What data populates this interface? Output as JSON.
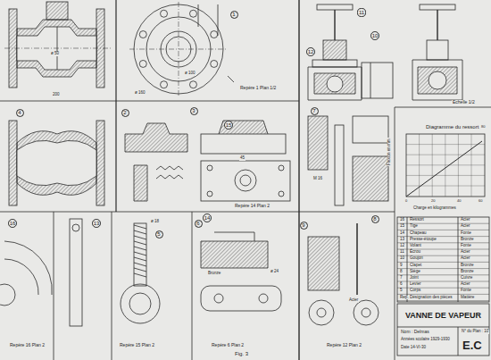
{
  "diagram": {
    "caption": "Fig. 3",
    "nodes": [
      {
        "text": [
          "VANNE DE VAPEUR"
        ]
      },
      {
        "text": [
          "1"
        ]
      },
      {
        "text": [
          "2"
        ]
      },
      {
        "text": [
          "3"
        ]
      },
      {
        "text": [
          "4"
        ]
      },
      {
        "text": [
          "5"
        ]
      },
      {
        "text": [
          "6"
        ]
      },
      {
        "text": [
          "7"
        ]
      },
      {
        "text": [
          "8"
        ]
      },
      {
        "text": [
          "9"
        ]
      },
      {
        "text": [
          "10"
        ]
      },
      {
        "text": [
          "11"
        ]
      },
      {
        "text": [
          "12"
        ]
      },
      {
        "text": [
          "13"
        ]
      },
      {
        "text": [
          "14"
        ]
      },
      {
        "text": [
          "15"
        ]
      },
      {
        "text": [
          "16"
        ]
      }
    ],
    "labels": [
      "Repère 1 Plan 1/2",
      "Echelle 1/2",
      "Diagramme du ressort",
      "Flexion en mm",
      "Charge en kilogrammes",
      "0",
      "20",
      "40",
      "60",
      "80",
      "Repère 14 Plan 2",
      "Repère 16 Plan 2",
      "Repère 15 Plan 2",
      "Repère 6 Plan 2",
      "Repère 12 Plan 2",
      "ø 160",
      "ø 100",
      "ø 50",
      "200",
      "ø 18",
      "ø 24",
      "M 16",
      "45",
      "Bronze",
      "Acier",
      "16",
      "Ressort",
      "Acier",
      "15",
      "Tige",
      "Acier",
      "14",
      "Chapeau",
      "Fonte",
      "13",
      "Presse-étoupe",
      "Bronze",
      "12",
      "Volant",
      "Fonte",
      "11",
      "Écrou",
      "Acier",
      "10",
      "Goujon",
      "Acier",
      "9",
      "Clapet",
      "Bronze",
      "8",
      "Siège",
      "Bronze",
      "7",
      "Joint",
      "Cuivre",
      "6",
      "Levier",
      "Acier",
      "5",
      "Corps",
      "Fonte",
      "Rep.",
      "Désignation des pièces",
      "Matière",
      "Nom : Delmas",
      "Années scolaire 1929-1930",
      "Date 14-VI-30",
      "N° du Plan : 10",
      "E.C"
    ]
  }
}
